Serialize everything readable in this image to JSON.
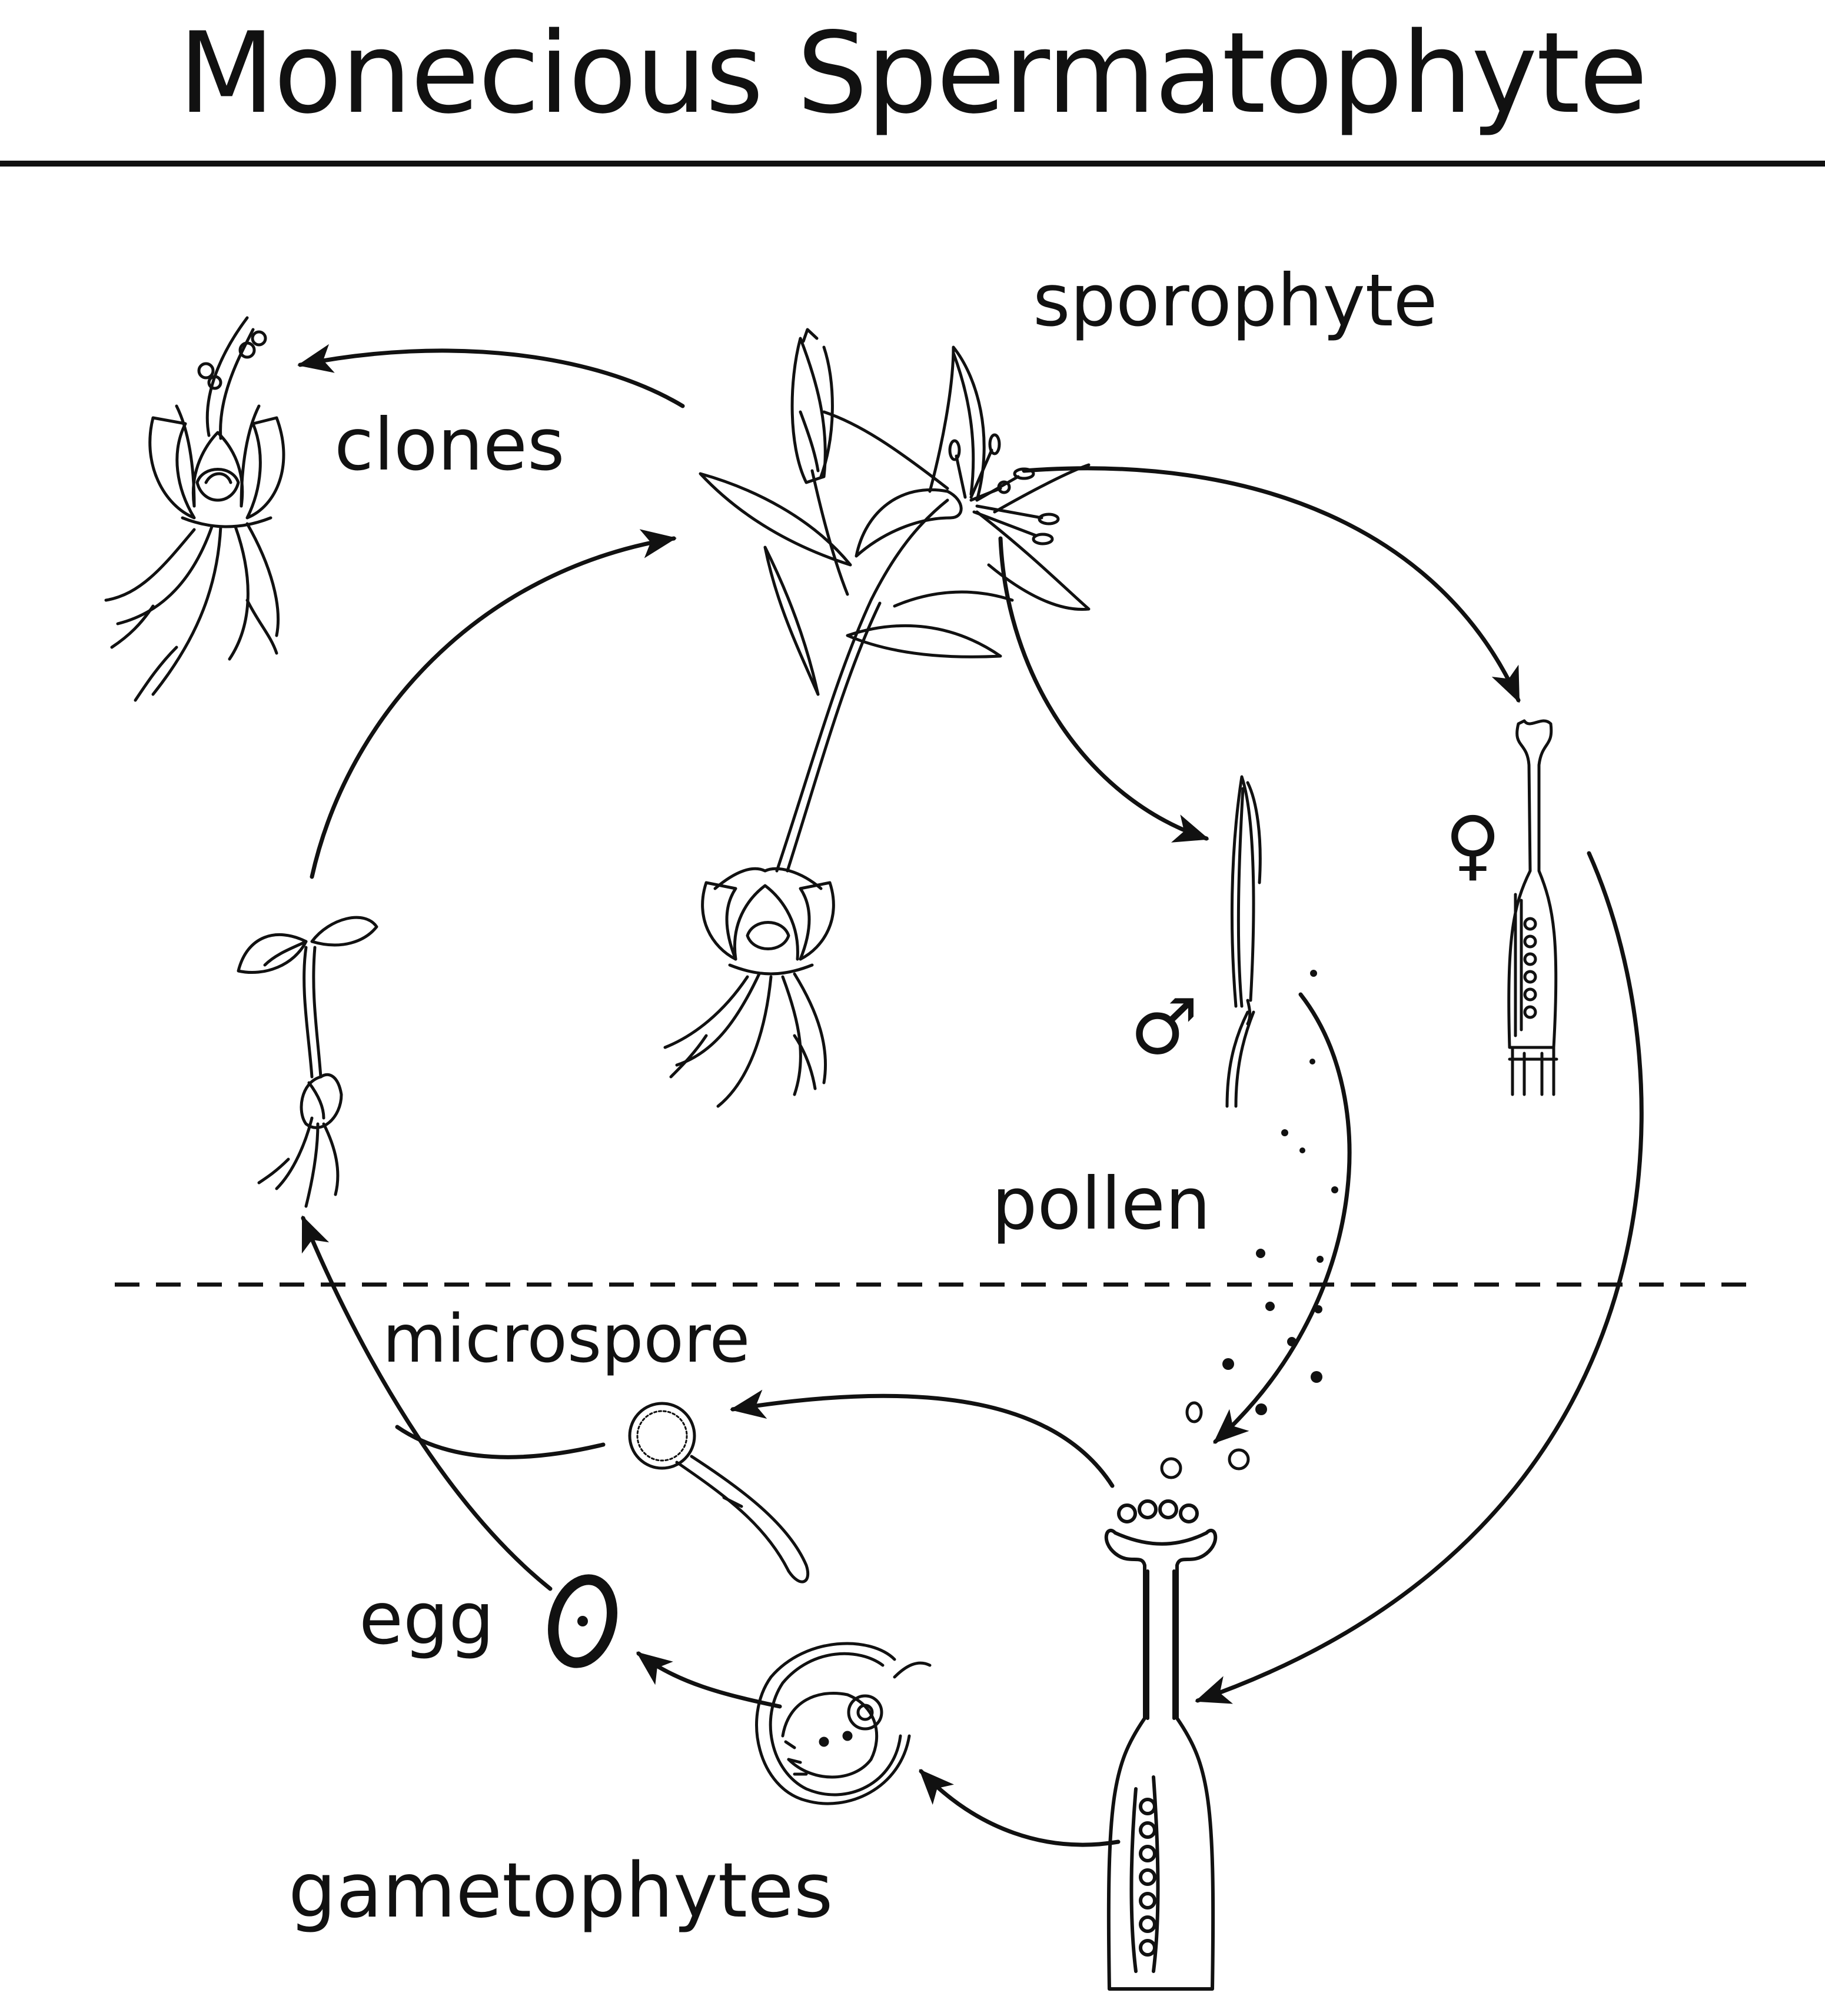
{
  "title": "Monecious Spermatophyte",
  "labels": {
    "sporophyte": "sporophyte",
    "clones": "clones",
    "pollen": "pollen",
    "microspore": "microspore",
    "egg": "egg",
    "gametophytes": "gametophytes",
    "male_symbol": "♂",
    "female_symbol": "♀"
  },
  "colors": {
    "ink": "#111111",
    "background": "#ffffff"
  }
}
